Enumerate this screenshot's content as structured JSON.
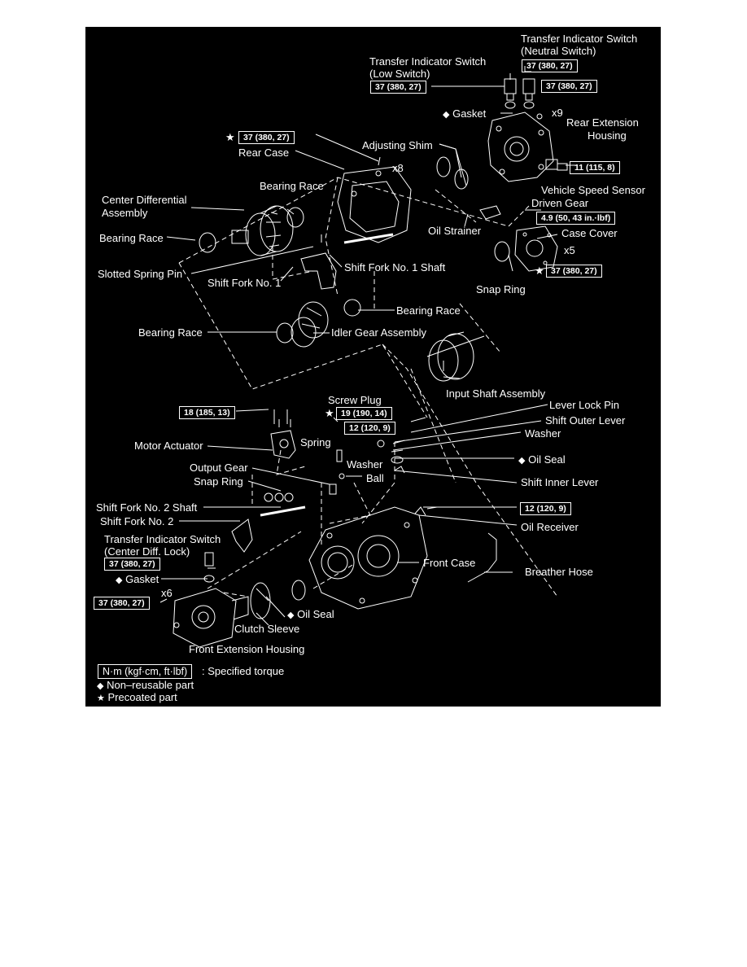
{
  "labels": {
    "transfer_indicator_neutral": "Transfer Indicator Switch",
    "neutral_switch": "(Neutral Switch)",
    "transfer_indicator_low": "Transfer Indicator Switch",
    "low_switch": "(Low Switch)",
    "gasket_top": "Gasket",
    "x9": "x9",
    "rear_extension_housing_1": "Rear Extension",
    "rear_extension_housing_2": "Housing",
    "adjusting_shim": "Adjusting Shim",
    "rear_case": "Rear Case",
    "x8": "x8",
    "bearing_race_1": "Bearing Race",
    "center_differential_1": "Center Differential",
    "center_differential_2": "Assembly",
    "vehicle_speed_sensor_1": "Vehicle Speed Sensor",
    "vehicle_speed_sensor_2": "Driven Gear",
    "bearing_race_2": "Bearing Race",
    "oil_strainer": "Oil Strainer",
    "case_cover": "Case Cover",
    "x5": "x5",
    "slotted_spring_pin": "Slotted Spring Pin",
    "shift_fork_no1_shaft": "Shift Fork No. 1 Shaft",
    "shift_fork_no1": "Shift Fork No. 1",
    "snap_ring_top": "Snap Ring",
    "bearing_race_3": "Bearing Race",
    "bearing_race_4": "Bearing Race",
    "idler_gear_assembly": "Idler Gear Assembly",
    "input_shaft_assembly": "Input Shaft Assembly",
    "screw_plug": "Screw Plug",
    "lever_lock_pin": "Lever Lock Pin",
    "shift_outer_lever": "Shift Outer Lever",
    "washer_1": "Washer",
    "motor_actuator": "Motor Actuator",
    "spring": "Spring",
    "oil_seal_1": "Oil Seal",
    "washer_2": "Washer",
    "output_gear": "Output Gear",
    "ball": "Ball",
    "snap_ring_mid": "Snap Ring",
    "shift_inner_lever": "Shift Inner Lever",
    "shift_fork_no2_shaft": "Shift Fork No. 2 Shaft",
    "shift_fork_no2": "Shift Fork No. 2",
    "oil_receiver": "Oil Receiver",
    "transfer_indicator_cdl": "Transfer Indicator Switch",
    "center_diff_lock": "(Center Diff. Lock)",
    "front_case": "Front Case",
    "breather_hose": "Breather Hose",
    "gasket_bottom": "Gasket",
    "x6": "x6",
    "oil_seal_2": "Oil Seal",
    "clutch_sleeve": "Clutch Sleeve",
    "front_extension_housing": "Front Extension Housing"
  },
  "torques": {
    "neutral_switch": "37 (380, 27)",
    "low_switch": "37 (380, 27)",
    "neutral_switch_body": "37 (380, 27)",
    "rear_case": "37 (380, 27)",
    "vss": "11 (115, 8)",
    "oil_strainer": "4.9 (50, 43 in.·lbf)",
    "case_cover": "37 (380, 27)",
    "motor_actuator": "18 (185, 13)",
    "screw_plug": "19 (190, 14)",
    "shift_lever": "12 (120, 9)",
    "oil_receiver": "12 (120, 9)",
    "cdl_switch": "37 (380, 27)",
    "front_extension": "37 (380, 27)"
  },
  "legend": {
    "torque_box": "N·m (kgf·cm, ft·lbf)",
    "torque_desc": ": Specified torque",
    "non_reusable": "Non–reusable part",
    "precoated": "Precoated part"
  },
  "symbols": {
    "diamond": "◆",
    "star": "★"
  }
}
